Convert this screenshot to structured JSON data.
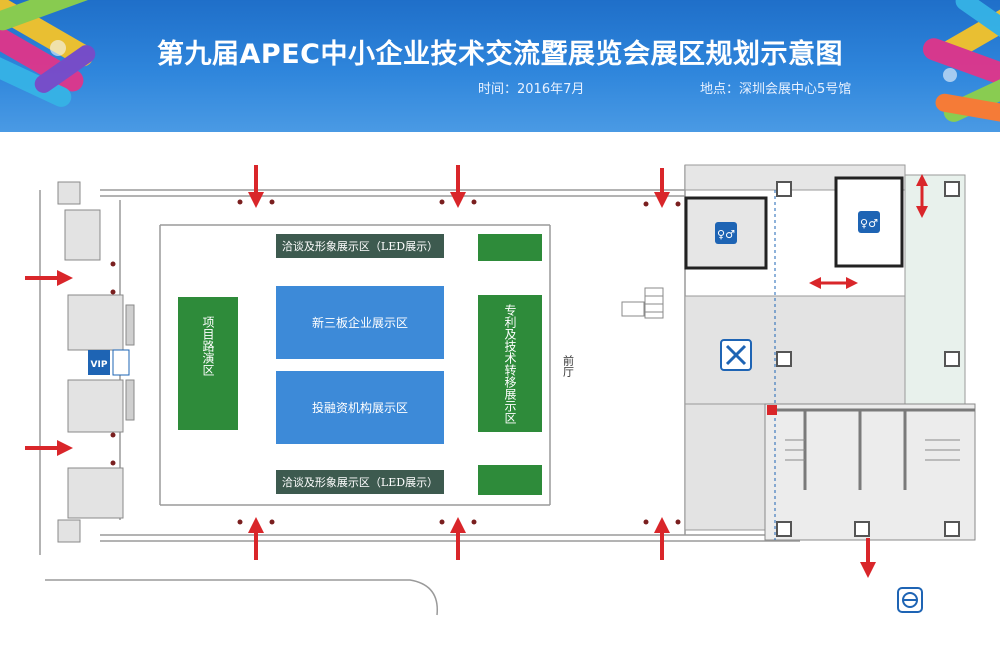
{
  "header": {
    "title": "第九届APEC中小企业技术交流暨展览会展区规划示意图",
    "time": "时间：2016年7月",
    "location": "地点：深圳会展中心5号馆"
  },
  "zones": {
    "led_top": "洽谈及形象展示区（LED展示）",
    "led_bottom": "洽谈及形象展示区（LED展示）",
    "new_third_board": "新三板企业展示区",
    "investment": "投融资机构展示区",
    "roadshow": "项目路演区",
    "patent": "专利及技术转移展示区",
    "lobby": "前厅"
  },
  "markers": {
    "vip": "VIP"
  },
  "colors": {
    "banner_blue": "#2a7fd6",
    "zone_green": "#2e8b3a",
    "zone_blue": "#3d8ad8",
    "zone_dark": "#3d5a4f",
    "arrow_red": "#d9262a",
    "icon_blue": "#1e64b4"
  },
  "icons": [
    "restroom-icon",
    "restaurant-icon",
    "parking-icon",
    "entry-arrow-icon",
    "colorful-tubes-decoration"
  ]
}
